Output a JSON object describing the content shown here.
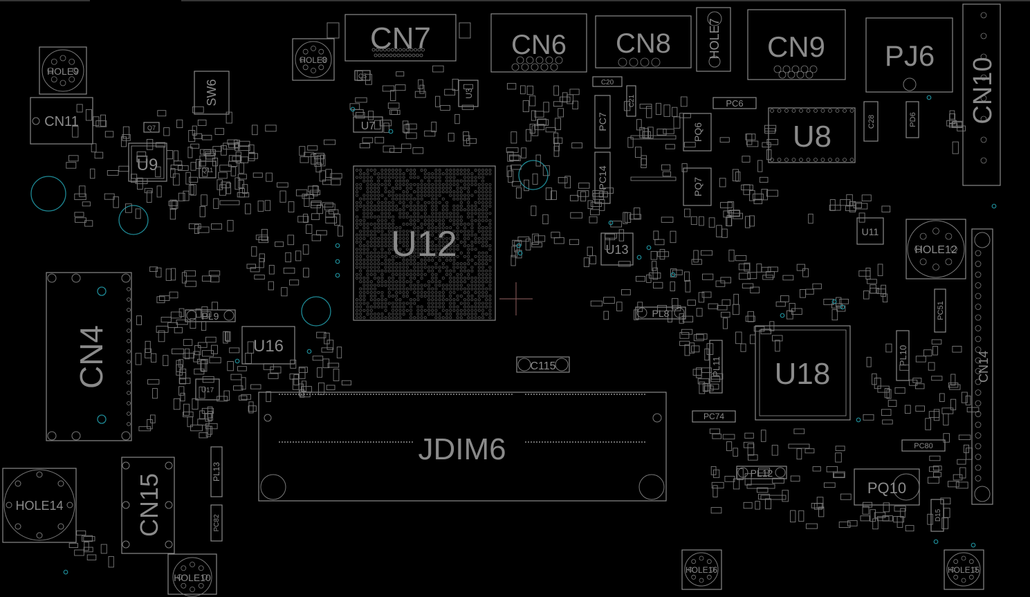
{
  "board": {
    "background": "#000000",
    "outline_color": "#8a8a8a",
    "via_color": "#1e8a96",
    "labels": {
      "cn7": "CN7",
      "cn6": "CN6",
      "cn8": "CN8",
      "cn9": "CN9",
      "pj6": "PJ6",
      "cn10": "CN10",
      "cn11": "CN11",
      "cn4": "CN4",
      "cn15": "CN15",
      "cn14": "CN14",
      "hole9": "HOLE9",
      "hole8": "HOLE8",
      "hole7": "HOLE7",
      "hole12": "HOLE12",
      "hole14": "HOLE14",
      "hole10": "HOLE10",
      "hole16": "HOLE16",
      "hole15": "HOLE15",
      "sw6": "SW6",
      "u7": "U7",
      "u8": "U8",
      "u9": "U9",
      "u11": "U11",
      "u12": "U12",
      "u13": "U13",
      "u16": "U16",
      "u18": "U18",
      "u3": "U3",
      "jdim6": "JDIM6",
      "pq10": "PQ10",
      "pq6": "PQ6",
      "pq7": "PQ7",
      "c115": "C115",
      "c20": "C20",
      "c28": "C28",
      "c21": "C21",
      "pc6": "PC6",
      "pc7": "PC7",
      "pc14": "PC14",
      "pc74": "PC74",
      "pc80": "PC80",
      "pc51": "PC51",
      "pc82": "PC82",
      "pd6": "PD6",
      "pl8": "PL8",
      "pl9": "PL9",
      "pl10": "PL10",
      "pl11": "PL11",
      "pl12": "PL12",
      "pl13": "PL13",
      "q7": "Q7",
      "q11": "Q11",
      "q5": "Q5",
      "d15": "D15",
      "u17": "U17"
    }
  }
}
